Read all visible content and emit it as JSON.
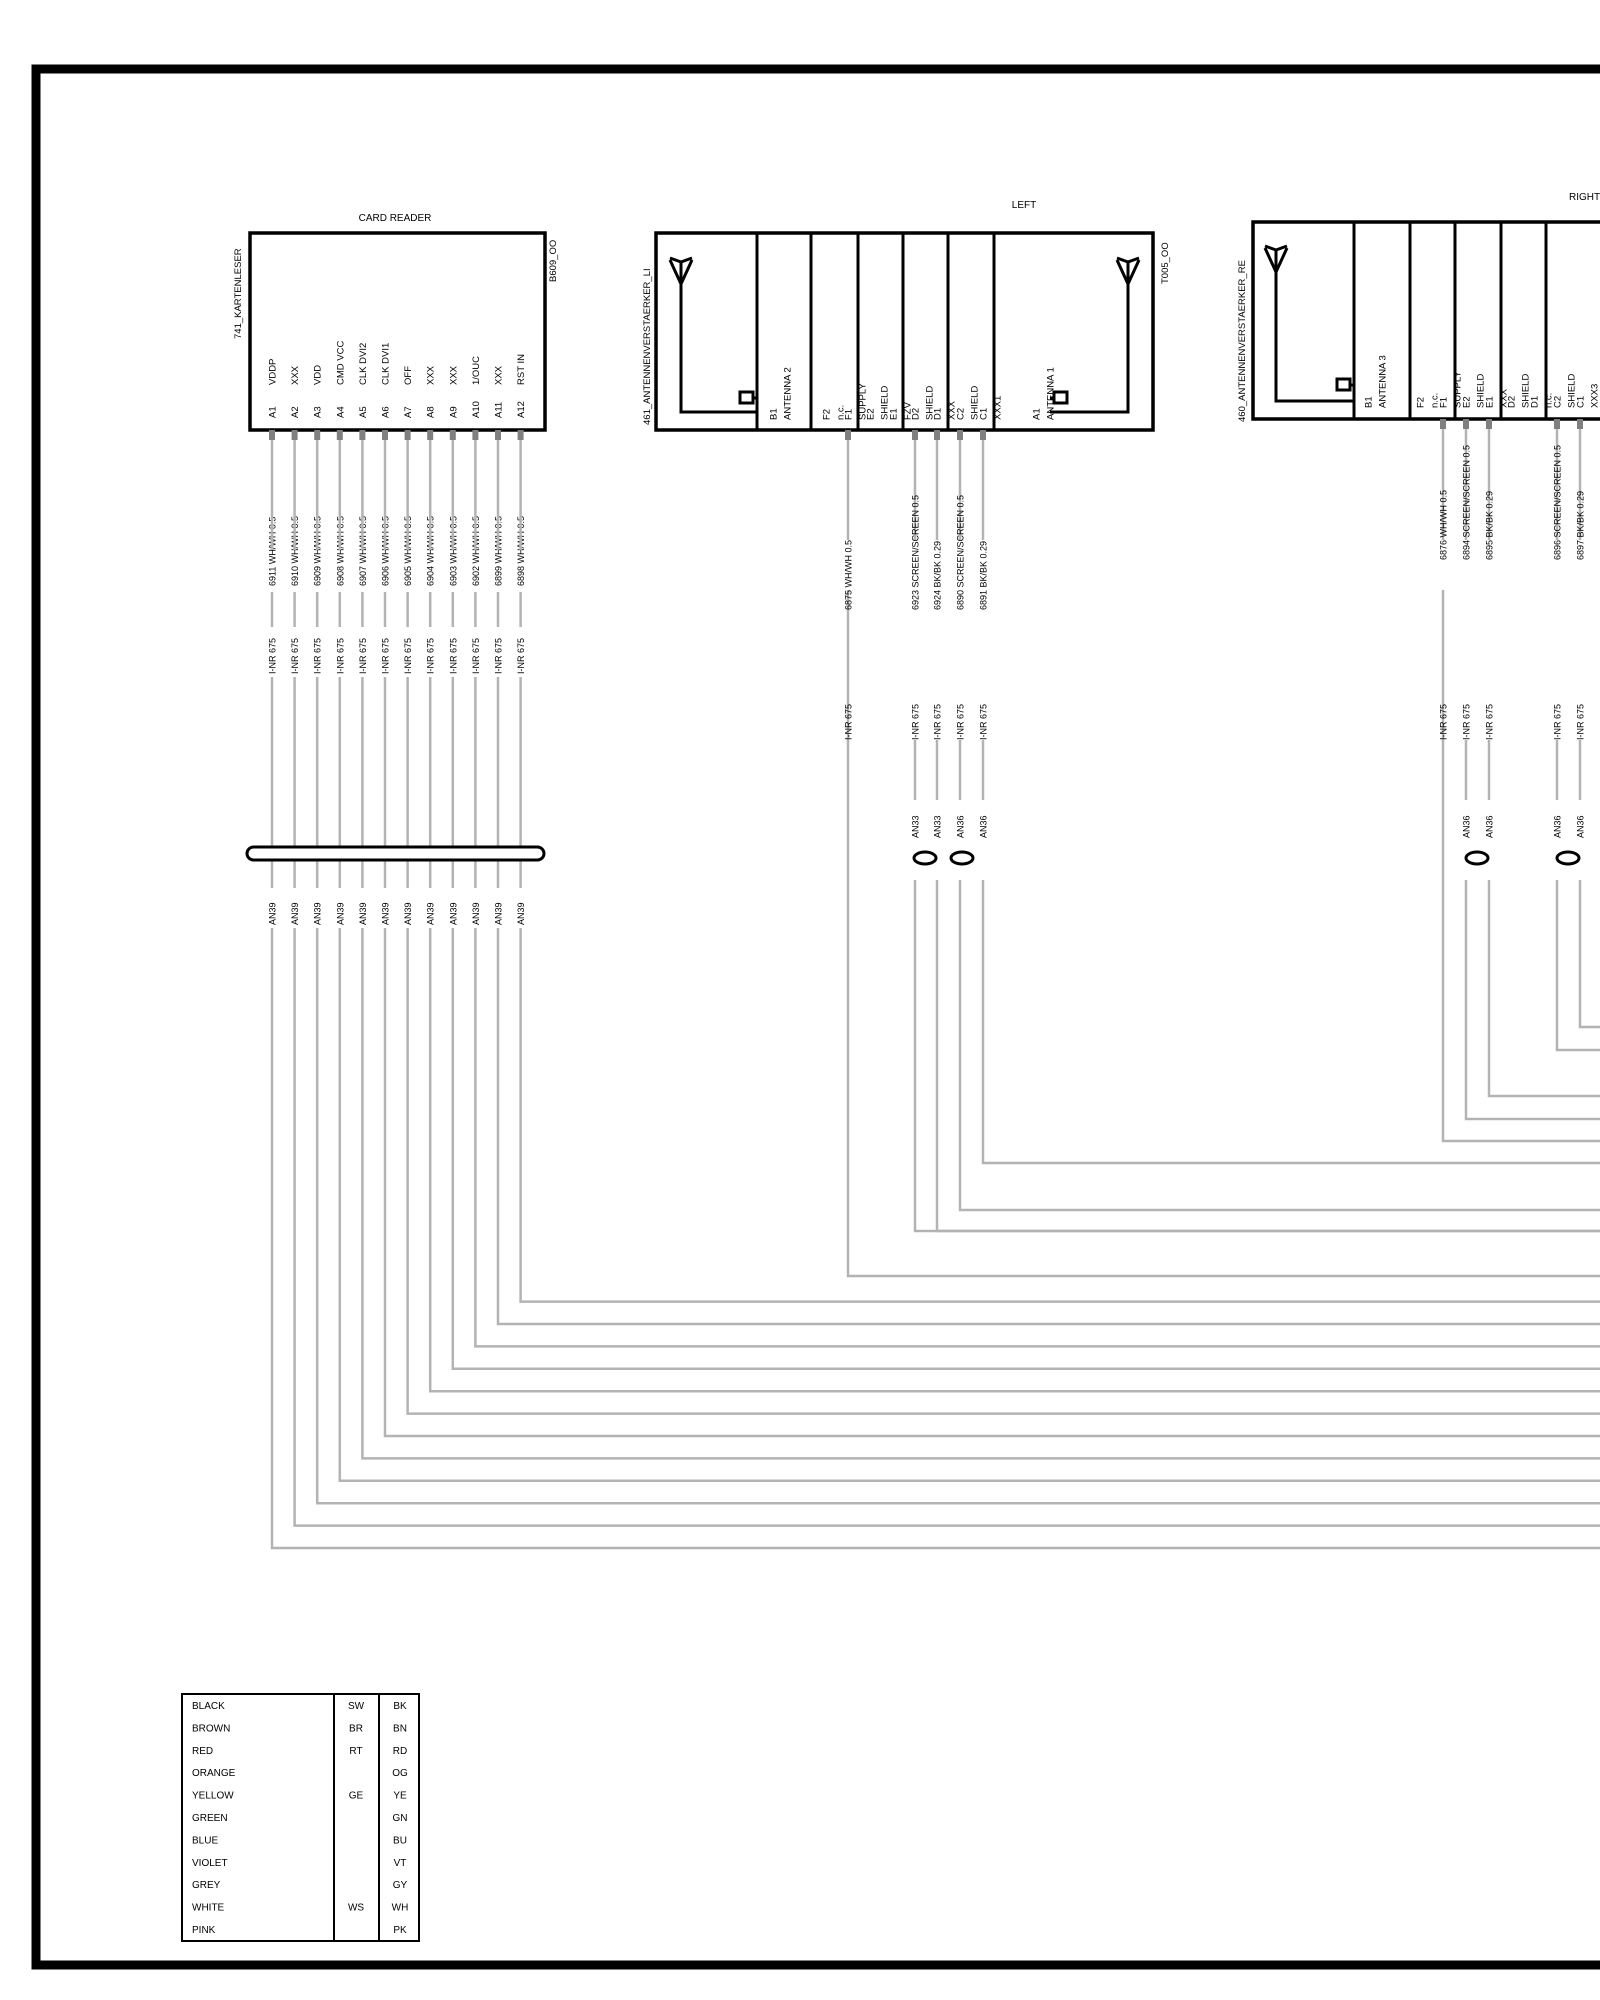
{
  "colors": {
    "ink": "#000000",
    "wire": "#b3b3b3",
    "pin": "#808080",
    "background": "#ffffff"
  },
  "card_reader": {
    "title": "CARD READER",
    "side_label": "741_KARTENLESER",
    "ref": "B609_OO",
    "harness_label": "I-NR 675",
    "bundle_label": "AN39",
    "pins": [
      {
        "pin": "A1",
        "signal": "VDDP",
        "wire": "6911 WH/WH 0.5"
      },
      {
        "pin": "A2",
        "signal": "XXX",
        "wire": "6910 WH/WH 0.5"
      },
      {
        "pin": "A3",
        "signal": "VDD",
        "wire": "6909 WH/WH 0.5"
      },
      {
        "pin": "A4",
        "signal": "CMD VCC",
        "wire": "6908 WH/WH 0.5"
      },
      {
        "pin": "A5",
        "signal": "CLK DVI2",
        "wire": "6907 WH/WH 0.5"
      },
      {
        "pin": "A6",
        "signal": "CLK DVI1",
        "wire": "6906 WH/WH 0.5"
      },
      {
        "pin": "A7",
        "signal": "OFF",
        "wire": "6905 WH/WH 0.5"
      },
      {
        "pin": "A8",
        "signal": "XXX",
        "wire": "6904 WH/WH 0.5"
      },
      {
        "pin": "A9",
        "signal": "XXX",
        "wire": "6903 WH/WH 0.5"
      },
      {
        "pin": "A10",
        "signal": "1/OUC",
        "wire": "6902 WH/WH 0.5"
      },
      {
        "pin": "A11",
        "signal": "XXX",
        "wire": "6899 WH/WH 0.5"
      },
      {
        "pin": "A12",
        "signal": "RST IN",
        "wire": "6898 WH/WH 0.5"
      }
    ]
  },
  "left_amp": {
    "title": "LEFT",
    "side_label": "461_ANTENNENVERSTAERKER_LI",
    "ref": "T005_OO",
    "pins": [
      {
        "pin": "B1",
        "signal": "ANTENNA 2"
      },
      {
        "pin": "F2",
        "signal": "n.c."
      },
      {
        "pin": "F1",
        "signal": "SUPPLY",
        "wire": "6875 WH/WH 0.5",
        "harness": "I-NR 675"
      },
      {
        "pin": "E2",
        "signal": "SHIELD"
      },
      {
        "pin": "E1",
        "signal": "FZV"
      },
      {
        "pin": "D2",
        "signal": "SHIELD",
        "wire": "6923 SCREEN/SCREEN 0.5",
        "harness": "I-NR 675",
        "bundle": "AN33"
      },
      {
        "pin": "D1",
        "signal": "XXX",
        "wire": "6924 BK/BK 0.29",
        "harness": "I-NR 675",
        "bundle": "AN33"
      },
      {
        "pin": "C2",
        "signal": "SHIELD",
        "wire": "6890 SCREEN/SCREEN 0.5",
        "harness": "I-NR 675",
        "bundle": "AN36"
      },
      {
        "pin": "C1",
        "signal": "XXX1",
        "wire": "6891 BK/BK 0.29",
        "harness": "I-NR 675",
        "bundle": "AN36"
      },
      {
        "pin": "A1",
        "signal": "ANTENNA 1"
      }
    ]
  },
  "right_amp": {
    "title": "RIGHT",
    "side_label": "460_ANTENNENVERSTAERKER_RE",
    "pins": [
      {
        "pin": "B1",
        "signal": "ANTENNA 3"
      },
      {
        "pin": "F2",
        "signal": "n.c."
      },
      {
        "pin": "F1",
        "signal": "SUPPLY",
        "wire": "6876 WH/WH 0.5",
        "harness": "I-NR 675"
      },
      {
        "pin": "E2",
        "signal": "SHIELD",
        "wire": "6894 SCREEN/SCREEN 0.5",
        "harness": "I-NR 675",
        "bundle": "AN36"
      },
      {
        "pin": "E1",
        "signal": "XXX",
        "wire": "6895 BK/BK 0.29",
        "harness": "I-NR 675",
        "bundle": "AN36"
      },
      {
        "pin": "D2",
        "signal": "SHIELD"
      },
      {
        "pin": "D1",
        "signal": "n.c."
      },
      {
        "pin": "C2",
        "signal": "SHIELD",
        "wire": "6896 SCREEN/SCREEN 0.5",
        "harness": "I-NR 675",
        "bundle": "AN36"
      },
      {
        "pin": "C1",
        "signal": "XXX3",
        "wire": "6897 BK/BK 0.29",
        "harness": "I-NR 675",
        "bundle": "AN36"
      }
    ]
  },
  "color_legend": [
    {
      "name": "BLACK",
      "de": "SW",
      "code": "BK"
    },
    {
      "name": "BROWN",
      "de": "BR",
      "code": "BN"
    },
    {
      "name": "RED",
      "de": "RT",
      "code": "RD"
    },
    {
      "name": "ORANGE",
      "de": "",
      "code": "OG"
    },
    {
      "name": "YELLOW",
      "de": "GE",
      "code": "YE"
    },
    {
      "name": "GREEN",
      "de": "",
      "code": "GN"
    },
    {
      "name": "BLUE",
      "de": "",
      "code": "BU"
    },
    {
      "name": "VIOLET",
      "de": "",
      "code": "VT"
    },
    {
      "name": "GREY",
      "de": "",
      "code": "GY"
    },
    {
      "name": "WHITE",
      "de": "WS",
      "code": "WH"
    },
    {
      "name": "PINK",
      "de": "",
      "code": "PK"
    }
  ]
}
